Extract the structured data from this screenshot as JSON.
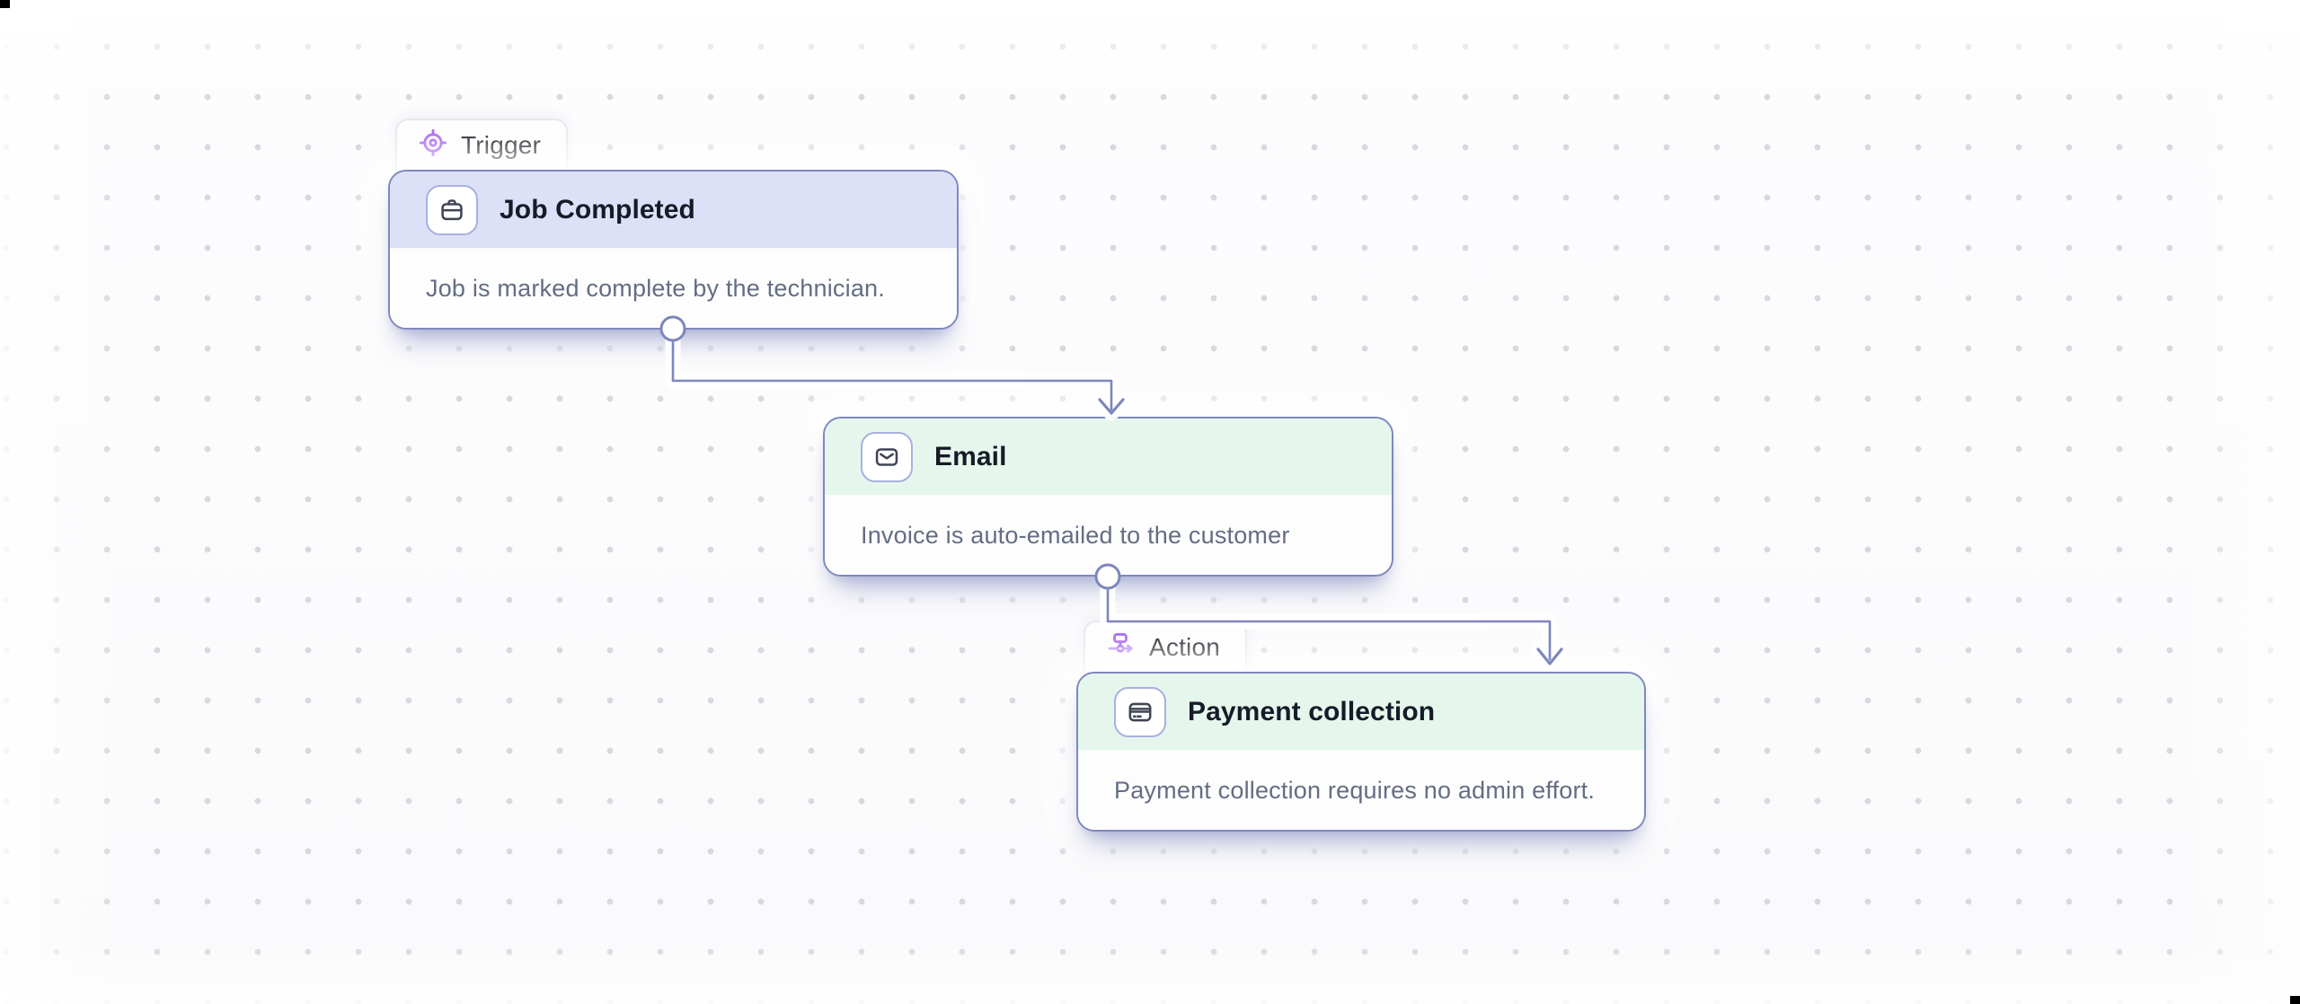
{
  "workflow": {
    "nodes": [
      {
        "badge": {
          "label": "Trigger",
          "icon": "target-icon"
        },
        "title": "Job Completed",
        "icon": "briefcase-icon",
        "description": "Job is marked complete by the technician.",
        "header_color": "#dce1f8"
      },
      {
        "badge": null,
        "title": "Email",
        "icon": "envelope-icon",
        "description": "Invoice is auto-emailed to the customer",
        "header_color": "#e5f6ec"
      },
      {
        "badge": {
          "label": "Action",
          "icon": "workflow-icon"
        },
        "title": "Payment collection",
        "icon": "credit-card-icon",
        "description": "Payment collection requires no admin effort.",
        "header_color": "#e5f6ec"
      }
    ],
    "colors": {
      "card_border": "#7f88bf",
      "connector": "#7d86bc",
      "trigger_header": "#dce1f8",
      "action_header": "#e5f6ec",
      "badge_purple": "#a158f6",
      "badge_purple_light": "#b685f8",
      "icon_stroke": "#3f4553",
      "dot_grid": "#d8d9de",
      "description_text": "#646d82",
      "title_text": "#161b28"
    }
  }
}
